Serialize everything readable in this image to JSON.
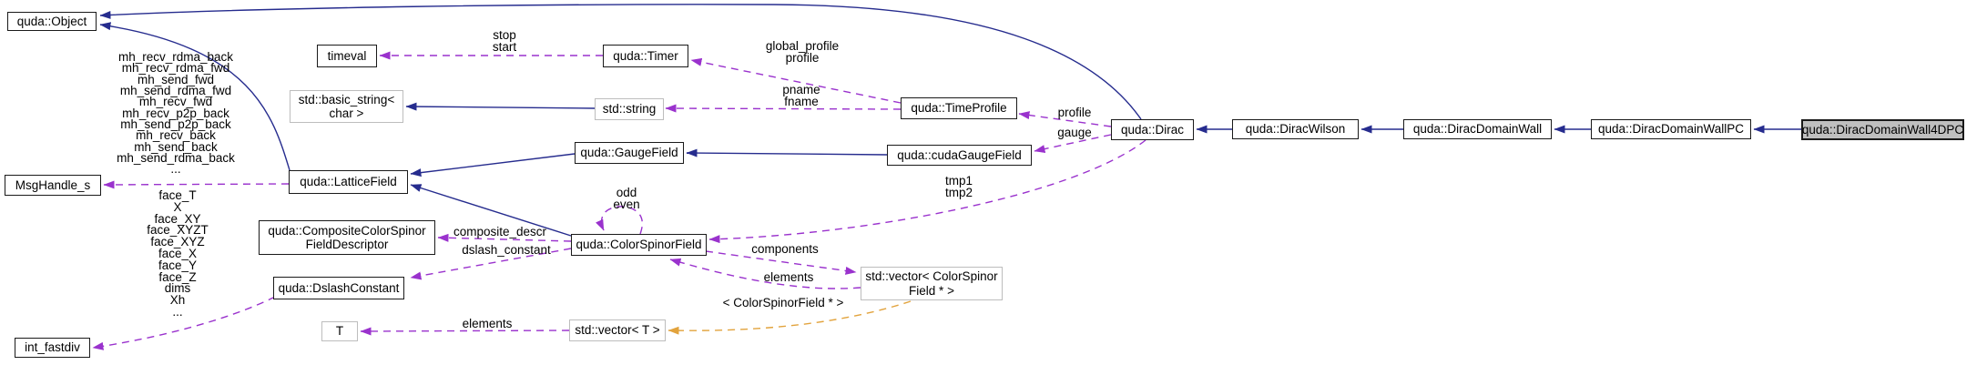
{
  "nodes": {
    "object": {
      "label": "quda::Object"
    },
    "timeval": {
      "label": "timeval"
    },
    "timer": {
      "label": "quda::Timer"
    },
    "basic_string": {
      "label": "std::basic_string<",
      "label2": "char >"
    },
    "string": {
      "label": "std::string"
    },
    "time_profile": {
      "label": "quda::TimeProfile"
    },
    "lattice_field": {
      "label": "quda::LatticeField"
    },
    "gauge_field": {
      "label": "quda::GaugeField"
    },
    "cuda_gauge_field": {
      "label": "quda::cudaGaugeField"
    },
    "dirac": {
      "label": "quda::Dirac"
    },
    "dirac_wilson": {
      "label": "quda::DiracWilson"
    },
    "dirac_domain_wall": {
      "label": "quda::DiracDomainWall"
    },
    "dirac_domain_wall_pc": {
      "label": "quda::DiracDomainWallPC"
    },
    "dirac_domain_wall_4dpc": {
      "label": "quda::DiracDomainWall4DPC"
    },
    "msg_handle": {
      "label": "MsgHandle_s"
    },
    "composite_descriptor": {
      "label": "quda::CompositeColorSpinor",
      "label2": "FieldDescriptor"
    },
    "color_spinor_field": {
      "label": "quda::ColorSpinorField"
    },
    "dslash_constant": {
      "label": "quda::DslashConstant"
    },
    "vector_csf": {
      "label": "std::vector< ColorSpinor",
      "label2": "Field * >"
    },
    "vector_t": {
      "label": "std::vector< T >"
    },
    "t": {
      "label": "T"
    },
    "int_fastdiv": {
      "label": "int_fastdiv"
    }
  },
  "edge_labels": {
    "stop_start": [
      "stop",
      "start"
    ],
    "global_profile": [
      "global_profile",
      "profile"
    ],
    "pname_fname": [
      "pname",
      "fname"
    ],
    "profile": "profile",
    "gauge": "gauge",
    "tmp": [
      "tmp1",
      "tmp2"
    ],
    "odd_even": [
      "odd",
      "even"
    ],
    "components": "components",
    "elements_vector_csf": "elements",
    "template_args": "< ColorSpinorField * >",
    "elements_vector_t": "elements",
    "composite_descr": "composite_descr",
    "dslash_constant": "dslash_constant",
    "msghandle_members": [
      "mh_recv_rdma_back",
      "mh_recv_rdma_fwd",
      "mh_send_fwd",
      "mh_send_rdma_fwd",
      "mh_recv_fwd",
      "mh_recv_p2p_back",
      "mh_send_p2p_back",
      "mh_recv_back",
      "mh_send_back",
      "mh_send_rdma_back",
      "..."
    ],
    "int_fastdiv_members": [
      "face_T",
      "X",
      "face_XY",
      "face_XYZT",
      "face_XYZ",
      "face_X",
      "face_Y",
      "face_Z",
      "dims",
      "Xh",
      "..."
    ]
  },
  "colors": {
    "inherit": "#262c8e",
    "usage": "#9a32cd",
    "template": "#e2a33d",
    "target_fill": "#bfbfbf"
  }
}
